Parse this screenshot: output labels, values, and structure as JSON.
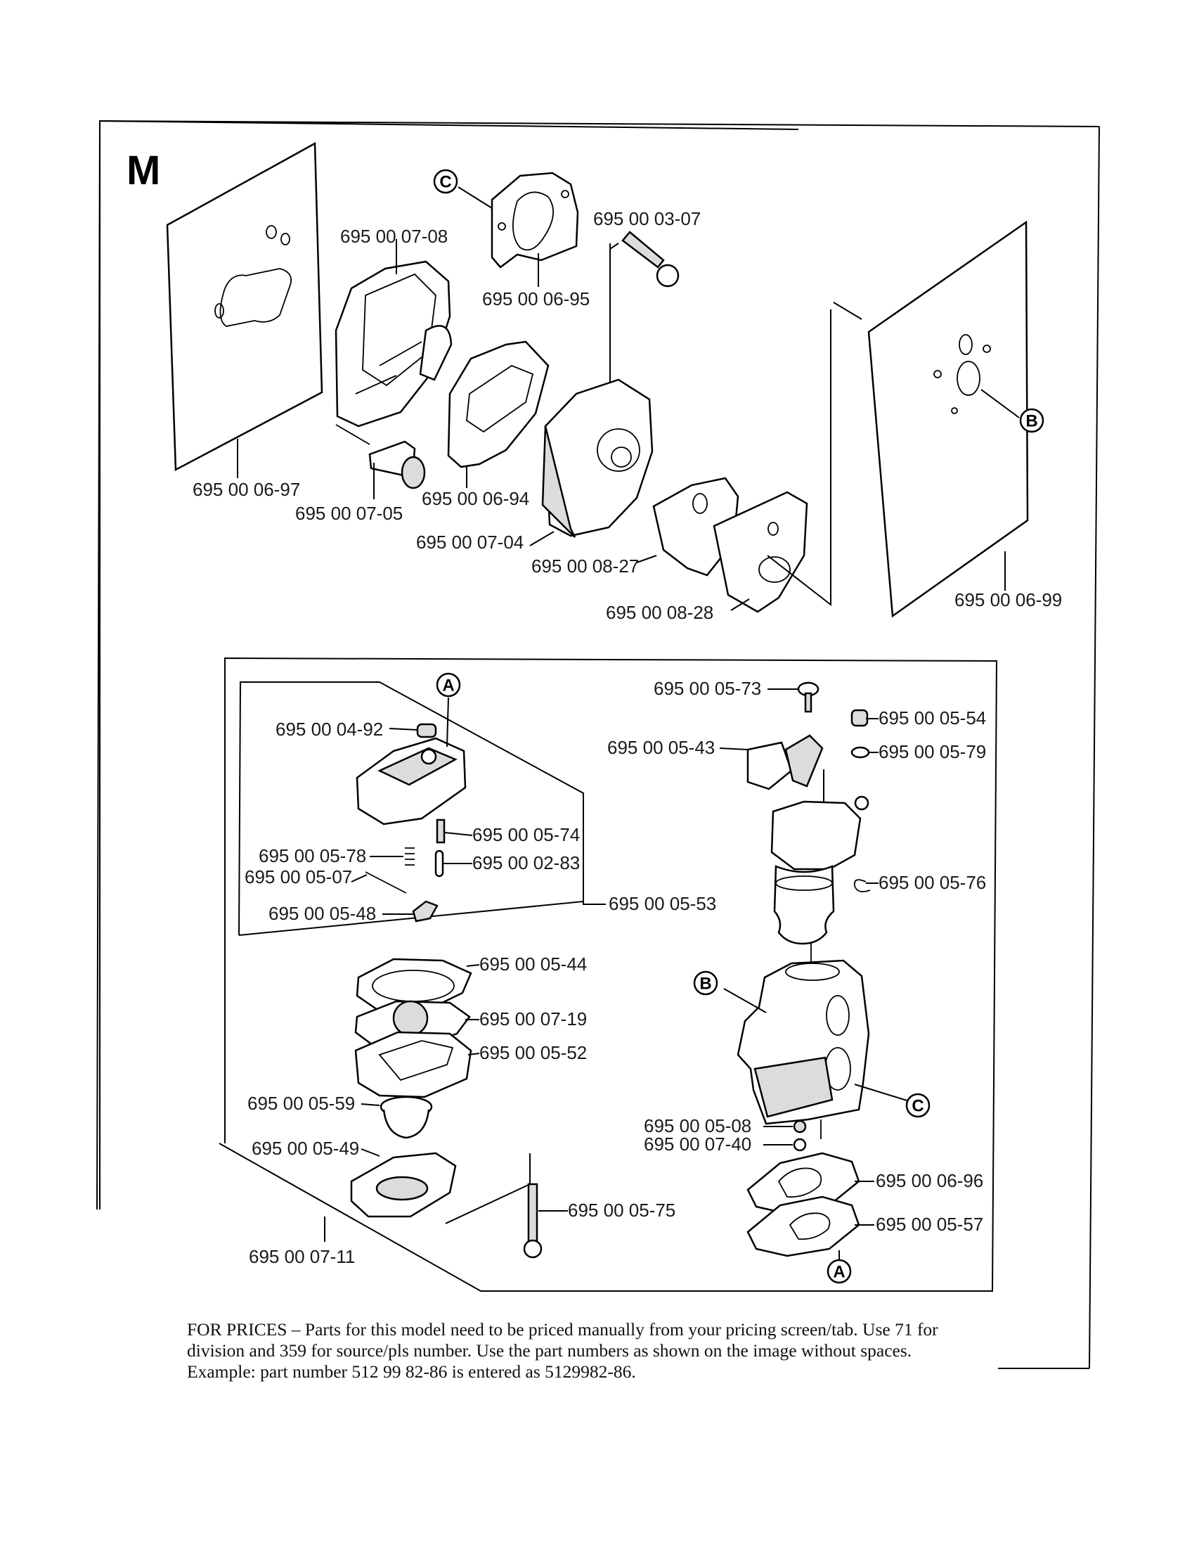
{
  "section_letter": "M",
  "reference_markers": {
    "a": "A",
    "b": "B",
    "c": "C"
  },
  "parts": {
    "p_0708": "695 00 07-08",
    "p_0695": "695 00 06-95",
    "p_0307": "695 00 03-07",
    "p_0697": "695 00 06-97",
    "p_0705": "695 00 07-05",
    "p_0694": "695 00 06-94",
    "p_0704": "695 00 07-04",
    "p_0827": "695 00 08-27",
    "p_0828": "695 00 08-28",
    "p_0699": "695 00 06-99",
    "p_0492": "695 00 04-92",
    "p_0574": "695 00 05-74",
    "p_0578": "695 00 05-78",
    "p_0283": "695 00 02-83",
    "p_0507": "695 00 05-07",
    "p_0548": "695 00 05-48",
    "p_0553": "695 00 05-53",
    "p_0544": "695 00 05-44",
    "p_0719": "695 00 07-19",
    "p_0552": "695 00 05-52",
    "p_0559": "695 00 05-59",
    "p_0549": "695 00 05-49",
    "p_0575": "695 00 05-75",
    "p_0711": "695 00 07-11",
    "p_0573": "695 00 05-73",
    "p_0554": "695 00 05-54",
    "p_0543": "695 00 05-43",
    "p_0579": "695 00 05-79",
    "p_0576": "695 00 05-76",
    "p_0508": "695 00 05-08",
    "p_0740": "695 00 07-40",
    "p_0696": "695 00 06-96",
    "p_0557": "695 00 05-57"
  },
  "footnote": {
    "line1": "FOR PRICES – Parts for this model need to be priced manually from your pricing screen/tab.  Use 71 for",
    "line2": "division and 359 for source/pls number.  Use the part numbers as shown on the image without spaces.",
    "line3": "Example: part number 512 99 82-86 is entered as 5129982-86."
  }
}
